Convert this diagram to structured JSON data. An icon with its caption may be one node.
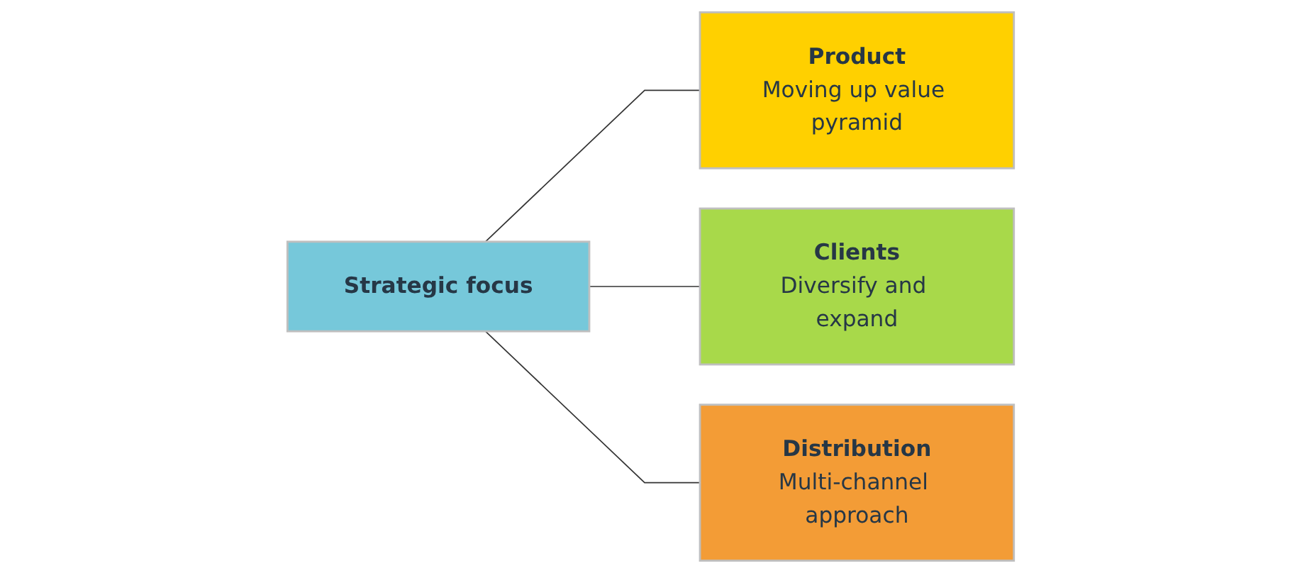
{
  "diagram": {
    "nodes": [
      {
        "text": [
          "Strategic focus"
        ]
      },
      {
        "text": [
          "Product",
          "Moving up value pyramid"
        ]
      },
      {
        "text": [
          "Clients",
          "Diversify and expand"
        ]
      },
      {
        "text": [
          "Distribution",
          "Multi-channel approach"
        ]
      }
    ],
    "edges": [
      {
        "from": 0,
        "to": 1,
        "arrow": "none"
      },
      {
        "from": 0,
        "to": 2,
        "arrow": "none"
      },
      {
        "from": 0,
        "to": 3,
        "arrow": "none"
      }
    ]
  }
}
